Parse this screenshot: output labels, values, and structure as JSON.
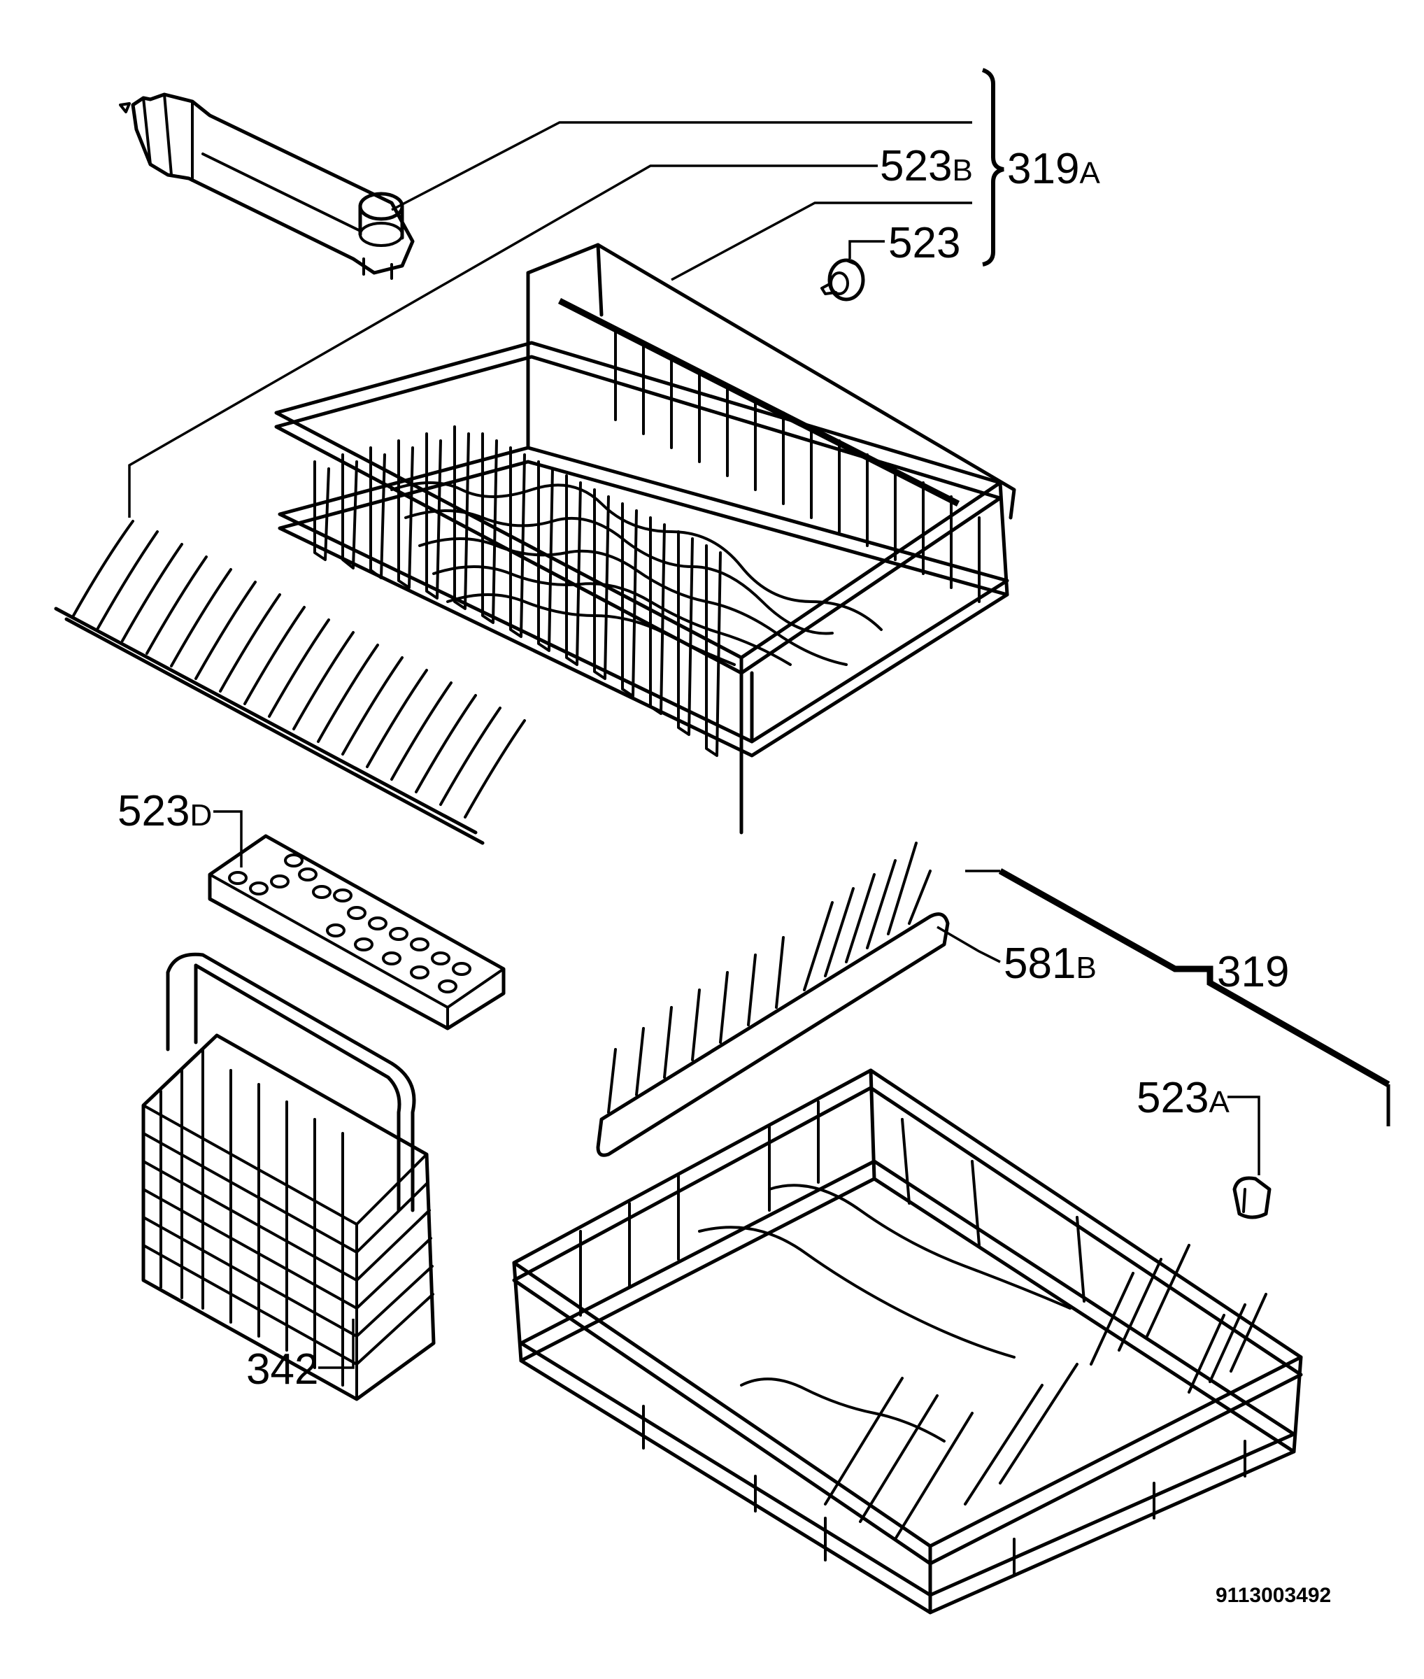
{
  "labels": {
    "spray_arm_ref": "523",
    "spray_arm_sub": "B",
    "upper_basket_kit": "319",
    "upper_basket_kit_sub": "A",
    "wheel_upper": "523",
    "insert_ref": "523",
    "insert_sub": "D",
    "cutlery_basket": "342",
    "lower_rack_insert": "581",
    "lower_rack_insert_sub": "B",
    "lower_basket": "319",
    "wheel_lower": "523",
    "wheel_lower_sub": "A"
  },
  "document_number": "9113003492"
}
